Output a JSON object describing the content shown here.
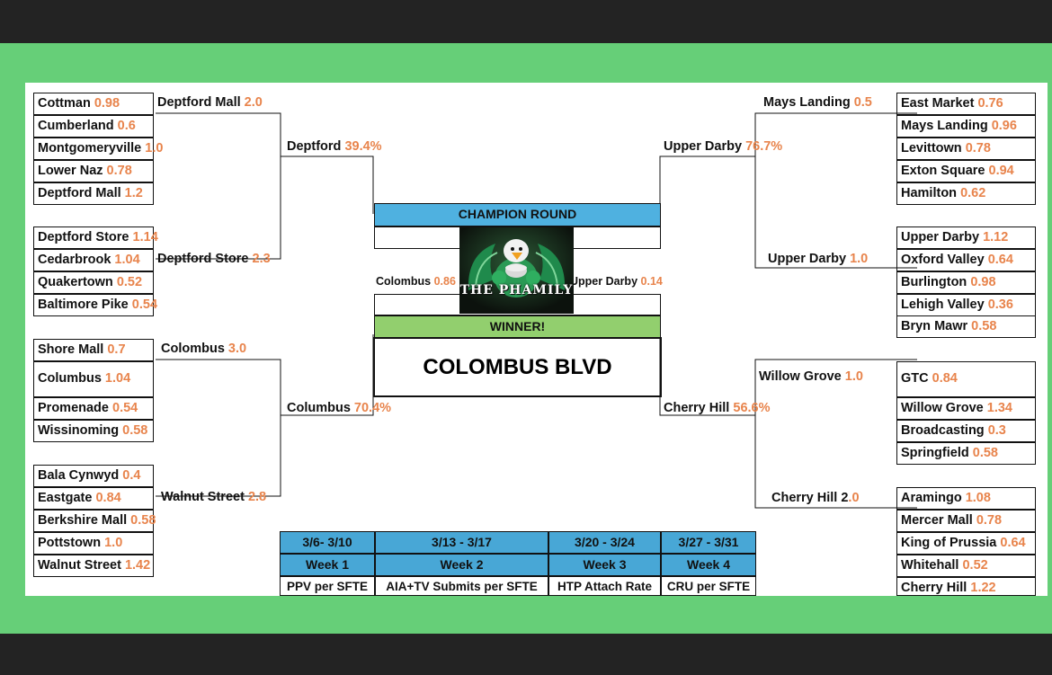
{
  "colors": {
    "accent_number": "#e8844c",
    "frame_green": "#66cf78",
    "header_blue": "#48a7d6",
    "winner_green": "#92cf6e"
  },
  "left": {
    "g1": [
      {
        "name": "Cottman",
        "score": "0.98"
      },
      {
        "name": "Cumberland",
        "score": "0.6"
      },
      {
        "name": "Montgomeryville",
        "score": "1.0"
      },
      {
        "name": "Lower Naz",
        "score": "0.78"
      },
      {
        "name": "Deptford Mall",
        "score": "1.2"
      }
    ],
    "g2": [
      {
        "name": "Deptford Store",
        "score": "1.14"
      },
      {
        "name": "Cedarbrook",
        "score": "1.04"
      },
      {
        "name": "Quakertown",
        "score": "0.52"
      },
      {
        "name": "Baltimore Pike",
        "score": "0.54"
      }
    ],
    "g3": [
      {
        "name": "Shore Mall",
        "score": "0.7"
      },
      {
        "name": "Columbus",
        "score": "1.04"
      },
      {
        "name": "Promenade",
        "score": "0.54"
      },
      {
        "name": "Wissinoming",
        "score": "0.58"
      }
    ],
    "g4": [
      {
        "name": "Bala Cynwyd",
        "score": "0.4"
      },
      {
        "name": "Eastgate",
        "score": "0.84"
      },
      {
        "name": "Berkshire Mall",
        "score": "0.58"
      },
      {
        "name": "Pottstown",
        "score": "1.0"
      },
      {
        "name": "Walnut Street",
        "score": "1.42"
      }
    ],
    "r2": [
      {
        "name": "Deptford Mall",
        "score": "2.0"
      },
      {
        "name": "Deptford Store",
        "score": "2.3"
      },
      {
        "name": "Colombus",
        "score": "3.0"
      },
      {
        "name": "Walnut Street",
        "score": "2.8"
      }
    ],
    "r3": [
      {
        "name": "Deptford",
        "score": "39.4%"
      },
      {
        "name": "Columbus",
        "score": "70.4%"
      }
    ]
  },
  "right": {
    "g1": [
      {
        "name": "East Market",
        "score": "0.76"
      },
      {
        "name": "Mays Landing",
        "score": "0.96"
      },
      {
        "name": "Levittown",
        "score": "0.78"
      },
      {
        "name": "Exton Square",
        "score": "0.94"
      },
      {
        "name": "Hamilton",
        "score": "0.62"
      }
    ],
    "g2": [
      {
        "name": "Upper Darby",
        "score": "1.12"
      },
      {
        "name": "Oxford Valley",
        "score": "0.64"
      },
      {
        "name": "Burlington",
        "score": "0.98"
      },
      {
        "name": "Lehigh Valley",
        "score": "0.36"
      },
      {
        "name": "Bryn Mawr",
        "score": "0.58"
      }
    ],
    "g3": [
      {
        "name": "GTC",
        "score": "0.84"
      },
      {
        "name": "Willow Grove",
        "score": "1.34"
      },
      {
        "name": "Broadcasting",
        "score": "0.3"
      },
      {
        "name": "Springfield",
        "score": "0.58"
      }
    ],
    "g4": [
      {
        "name": "Aramingo",
        "score": "1.08"
      },
      {
        "name": "Mercer Mall",
        "score": "0.78"
      },
      {
        "name": "King of Prussia",
        "score": "0.64"
      },
      {
        "name": "Whitehall",
        "score": "0.52"
      },
      {
        "name": "Cherry Hill",
        "score": "1.22"
      }
    ],
    "r2": [
      {
        "name": "Mays Landing",
        "score": "0.5"
      },
      {
        "name": "Upper Darby",
        "score": "1.0"
      },
      {
        "name": "Willow Grove",
        "score": "1.0"
      },
      {
        "name": "Cherry Hill 2",
        "score": ".0"
      }
    ],
    "r3": [
      {
        "name": "Upper Darby",
        "score": "76.7%"
      },
      {
        "name": "Cherry Hill",
        "score": "56.6%"
      }
    ]
  },
  "center": {
    "champion_title": "CHAMPION ROUND",
    "left_finalist": {
      "name": "Colombus",
      "score": "0.86"
    },
    "right_finalist": {
      "name": "Upper Darby",
      "score": "0.14"
    },
    "winner_label": "WINNER!",
    "winner": "COLOMBUS BLVD",
    "logo_text": "THE PHAMILY"
  },
  "schedule": [
    {
      "dates": "3/6- 3/10",
      "week": "Week 1",
      "metric": "PPV per SFTE"
    },
    {
      "dates": "3/13 - 3/17",
      "week": "Week 2",
      "metric": "AIA+TV Submits per SFTE"
    },
    {
      "dates": "3/20 - 3/24",
      "week": "Week 3",
      "metric": "HTP Attach Rate"
    },
    {
      "dates": "3/27 - 3/31",
      "week": "Week 4",
      "metric": "CRU per SFTE"
    }
  ]
}
